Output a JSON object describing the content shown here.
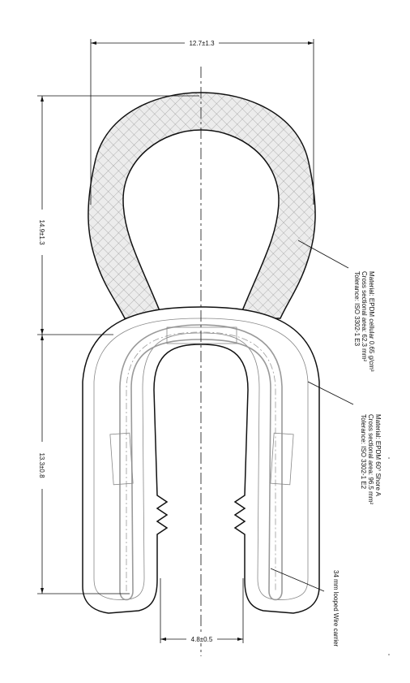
{
  "dimensions": {
    "top_width": "12.7±1.3",
    "upper_height": "14.9±1.3",
    "lower_height": "13.3±0.8",
    "opening_width": "4.8±0.5"
  },
  "callouts": {
    "bulb": {
      "line1": "Material: EPDM cellular 0.65 g/cm³",
      "line2": "Cross sectional area: 62.3 mm²",
      "line3": "Tolerance: ISO 3302-1 E3"
    },
    "base": {
      "line1": "Material: EPDM 60° Shore A",
      "line2": "Cross sectional area: 96.5 mm²",
      "line3": "Tolerance: ISO 3302-1 E2"
    },
    "wire": {
      "line1": "34 mm looped Wire carrier"
    }
  },
  "colors": {
    "line": "#111111",
    "fill": "#ececec",
    "hatch": "#8a8a8a",
    "wire": "#9a9a9a"
  }
}
